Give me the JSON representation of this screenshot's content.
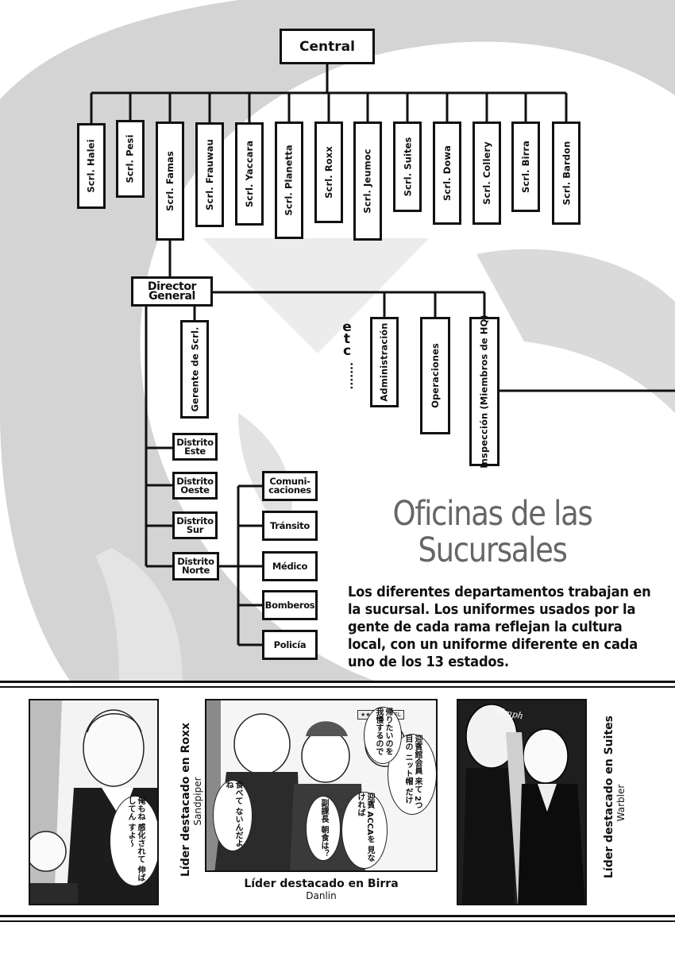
{
  "org": {
    "central": "Central",
    "branches": [
      "Scrl. Halei",
      "Scrl. Pesi",
      "Scrl. Famas",
      "Scrl. Frauwau",
      "Scrl. Yaccara",
      "Scrl. Planetta",
      "Scrl. Roxx",
      "Scrl. Jeumoc",
      "Scrl. Suites",
      "Scrl. Dowa",
      "Scrl. Collery",
      "Scrl. Birra",
      "Scrl. Bardon"
    ],
    "director": "Director General",
    "director_line1": "Director",
    "director_line2": "General",
    "gerente": "Gerente de Scrl.",
    "etc_letters": [
      "e",
      "t",
      "c"
    ],
    "etc_dots": "·······",
    "departments": [
      "Administración",
      "Operaciones",
      "Inspección (Miembros de HQ)"
    ],
    "districts": [
      {
        "line1": "Distrito",
        "line2": "Este"
      },
      {
        "line1": "Distrito",
        "line2": "Oeste"
      },
      {
        "line1": "Distrito",
        "line2": "Sur"
      },
      {
        "line1": "Distrito",
        "line2": "Norte"
      }
    ],
    "services": [
      {
        "line1": "Comuni-",
        "line2": "caciones"
      },
      {
        "line1": "Tránsito",
        "line2": ""
      },
      {
        "line1": "Médico",
        "line2": ""
      },
      {
        "line1": "Bomberos",
        "line2": ""
      },
      {
        "line1": "Policía",
        "line2": ""
      }
    ]
  },
  "section": {
    "title_line1": "Oficinas de las",
    "title_line2": "Sucursales",
    "description_lines": [
      "Los diferentes departamentos trabajan en",
      "la sucursal. Los uniformes usados por la",
      "gente de cada rama reflejan la cultura",
      "local, con un uniforme diferente en cada",
      "uno de los 13 estados."
    ]
  },
  "panels": [
    {
      "caption": "Líder destacado en Roxx",
      "name": "Sandpiper",
      "bubble": "俺もね 感化されて 伸ばしてん すよ〜"
    },
    {
      "caption": "Líder destacado en Birra",
      "name": "Danlin",
      "sign": "★★★★ HOTEL",
      "bubbles": [
        "食べて ないんだよね",
        "副課長 朝食は？",
        "迎賓 ACCAを 見なければ",
        "迎賓館会員 来て 2つ目の ニット帽 だけ",
        "帰りたいのを 我慢するので"
      ]
    },
    {
      "caption": "Líder destacado en Suites",
      "name": "Warbler",
      "sfx": "Hmph"
    }
  ],
  "colors": {
    "ink": "#111111",
    "background_mark": "#d4d4d4",
    "title_gray": "#666666"
  }
}
